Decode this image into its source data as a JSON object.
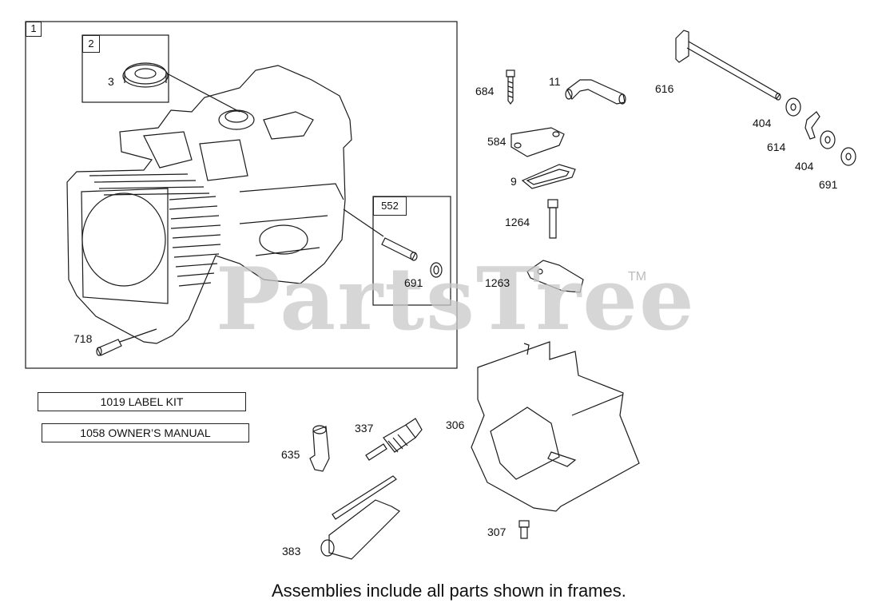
{
  "watermark": {
    "text": "PartsTree",
    "tm": "TM"
  },
  "frames": {
    "main": "1",
    "seal": "2",
    "pin_kit": "552"
  },
  "labels": {
    "p3": "3",
    "p718": "718",
    "p691a": "691",
    "p684": "684",
    "p11": "11",
    "p616": "616",
    "p404a": "404",
    "p614": "614",
    "p404b": "404",
    "p691b": "691",
    "p584": "584",
    "p9": "9",
    "p1264": "1264",
    "p1263": "1263",
    "p337": "337",
    "p306": "306",
    "p635": "635",
    "p383": "383",
    "p307": "307"
  },
  "kits": {
    "label_kit": "1019 LABEL KIT",
    "owners_manual": "1058 OWNER’S MANUAL"
  },
  "footer": "Assemblies include all parts shown in frames."
}
